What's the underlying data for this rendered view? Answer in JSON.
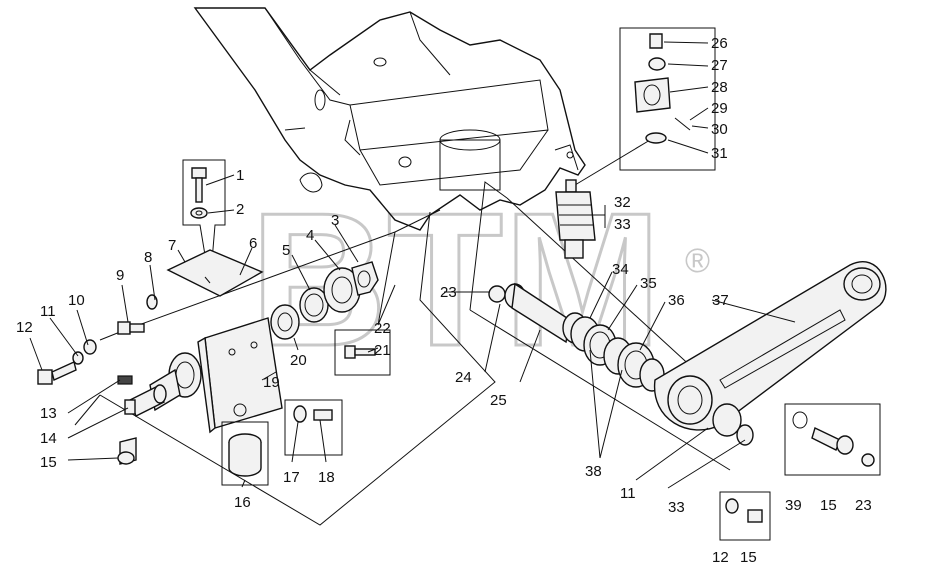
{
  "watermark": {
    "text": "BTM",
    "mark": "®"
  },
  "callouts": [
    {
      "id": "c1",
      "text": "1"
    },
    {
      "id": "c2",
      "text": "2"
    },
    {
      "id": "c3",
      "text": "3"
    },
    {
      "id": "c4",
      "text": "4"
    },
    {
      "id": "c5",
      "text": "5"
    },
    {
      "id": "c6",
      "text": "6"
    },
    {
      "id": "c7",
      "text": "7"
    },
    {
      "id": "c8",
      "text": "8"
    },
    {
      "id": "c9",
      "text": "9"
    },
    {
      "id": "c10",
      "text": "10"
    },
    {
      "id": "c11",
      "text": "11"
    },
    {
      "id": "c12",
      "text": "12"
    },
    {
      "id": "c13",
      "text": "13"
    },
    {
      "id": "c14",
      "text": "14"
    },
    {
      "id": "c15",
      "text": "15"
    },
    {
      "id": "c16",
      "text": "16"
    },
    {
      "id": "c17",
      "text": "17"
    },
    {
      "id": "c18",
      "text": "18"
    },
    {
      "id": "c19",
      "text": "19"
    },
    {
      "id": "c20",
      "text": "20"
    },
    {
      "id": "c21",
      "text": "21"
    },
    {
      "id": "c22",
      "text": "22"
    },
    {
      "id": "c23",
      "text": "23"
    },
    {
      "id": "c24",
      "text": "24"
    },
    {
      "id": "c25",
      "text": "25"
    },
    {
      "id": "c26",
      "text": "26"
    },
    {
      "id": "c27",
      "text": "27"
    },
    {
      "id": "c28",
      "text": "28"
    },
    {
      "id": "c29",
      "text": "29"
    },
    {
      "id": "c30",
      "text": "30"
    },
    {
      "id": "c31",
      "text": "31"
    },
    {
      "id": "c32",
      "text": "32"
    },
    {
      "id": "c33",
      "text": "33"
    },
    {
      "id": "c34",
      "text": "34"
    },
    {
      "id": "c35",
      "text": "35"
    },
    {
      "id": "c36",
      "text": "36"
    },
    {
      "id": "c37",
      "text": "37"
    },
    {
      "id": "c38",
      "text": "38"
    },
    {
      "id": "c39",
      "text": "39"
    },
    {
      "id": "c15b",
      "text": "15"
    },
    {
      "id": "c23b",
      "text": "23"
    },
    {
      "id": "c33b",
      "text": "33"
    },
    {
      "id": "c11b",
      "text": "11"
    },
    {
      "id": "c12b",
      "text": "12"
    },
    {
      "id": "c15c",
      "text": "15"
    }
  ]
}
